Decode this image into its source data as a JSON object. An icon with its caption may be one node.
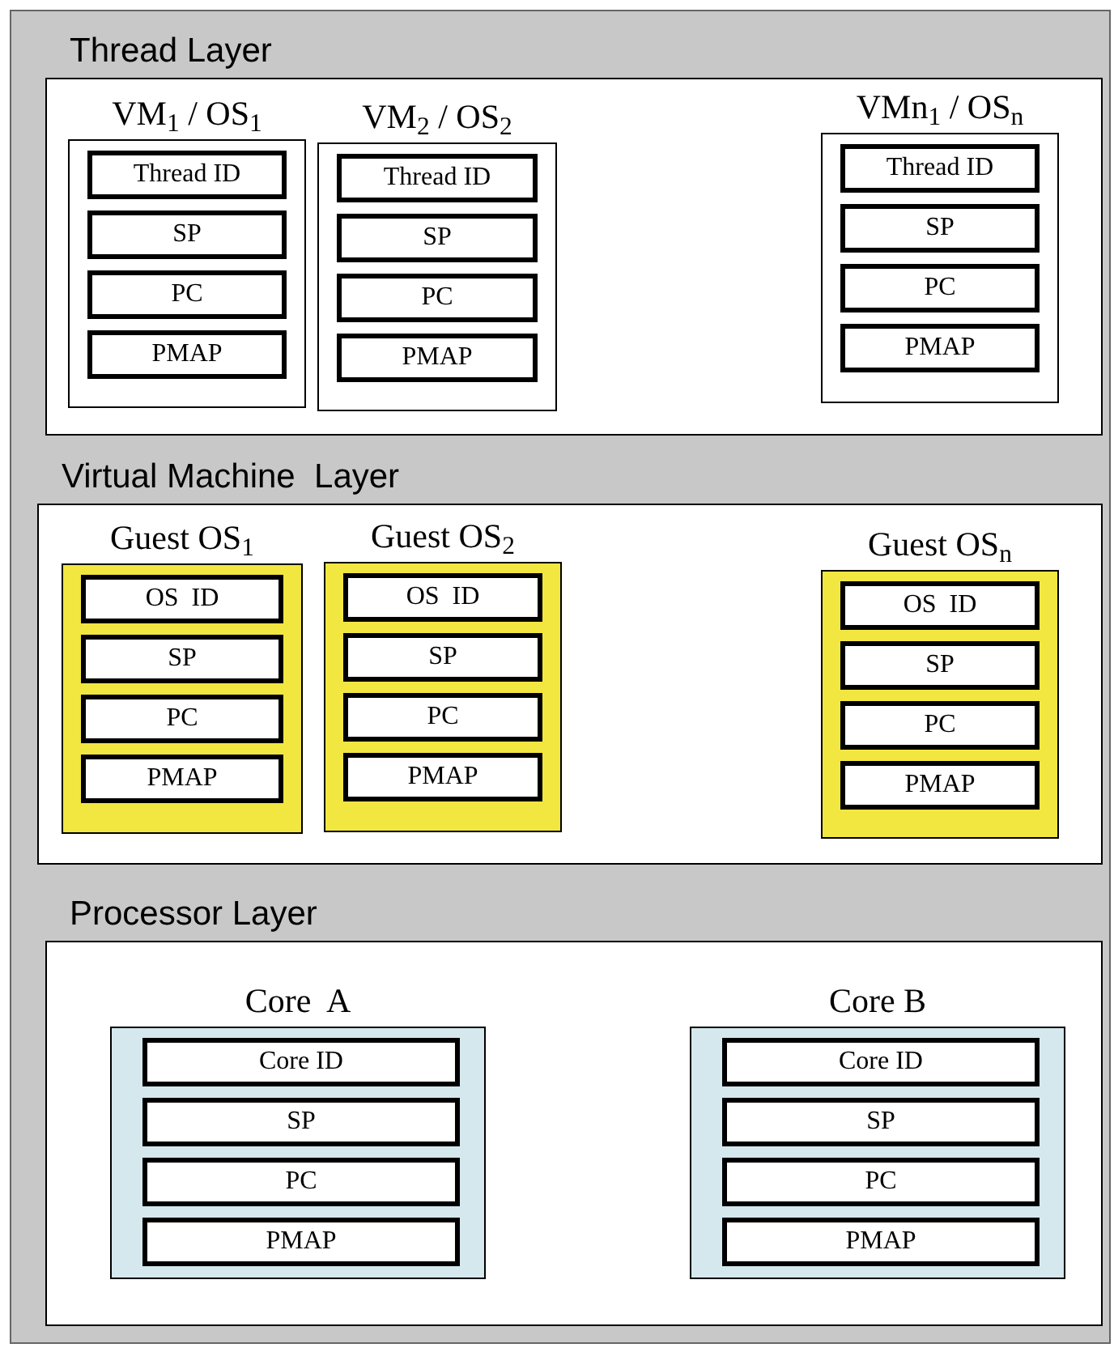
{
  "diagram": {
    "nodes": [
      {
        "text": [
          "Thread Layer"
        ]
      },
      {
        "text": [
          "VM$_{1}$ / OS$_{1}$"
        ],
        "in": 0
      },
      {
        "text": [
          "Thread ID"
        ],
        "in": 1
      },
      {
        "text": [
          "SP"
        ],
        "in": 1
      },
      {
        "text": [
          "PC"
        ],
        "in": 1
      },
      {
        "text": [
          "PMAP"
        ],
        "in": 1
      },
      {
        "text": [
          "VM$_{2}$ / OS$_{2}$"
        ],
        "in": 0
      },
      {
        "text": [
          "Thread ID"
        ],
        "in": 6
      },
      {
        "text": [
          "SP"
        ],
        "in": 6
      },
      {
        "text": [
          "PC"
        ],
        "in": 6
      },
      {
        "text": [
          "PMAP"
        ],
        "in": 6
      },
      {
        "text": [
          "VMn$_{1}$ / OS$_{n}$"
        ],
        "in": 0
      },
      {
        "text": [
          "Thread ID"
        ],
        "in": 11
      },
      {
        "text": [
          "SP"
        ],
        "in": 11
      },
      {
        "text": [
          "PC"
        ],
        "in": 11
      },
      {
        "text": [
          "PMAP"
        ],
        "in": 11
      },
      {
        "text": [
          "Virtual Machine  Layer"
        ]
      },
      {
        "text": [
          "Guest OS$_{1}$"
        ],
        "in": 16
      },
      {
        "text": [
          "OS  ID"
        ],
        "in": 17
      },
      {
        "text": [
          "SP"
        ],
        "in": 17
      },
      {
        "text": [
          "PC"
        ],
        "in": 17
      },
      {
        "text": [
          "PMAP"
        ],
        "in": 17
      },
      {
        "text": [
          "Guest OS$_{2}$"
        ],
        "in": 16
      },
      {
        "text": [
          "OS  ID"
        ],
        "in": 22
      },
      {
        "text": [
          "SP"
        ],
        "in": 22
      },
      {
        "text": [
          "PC"
        ],
        "in": 22
      },
      {
        "text": [
          "PMAP"
        ],
        "in": 22
      },
      {
        "text": [
          "Guest OS$_{n}$"
        ],
        "in": 16
      },
      {
        "text": [
          "OS  ID"
        ],
        "in": 27
      },
      {
        "text": [
          "SP"
        ],
        "in": 27
      },
      {
        "text": [
          "PC"
        ],
        "in": 27
      },
      {
        "text": [
          "PMAP"
        ],
        "in": 27
      },
      {
        "text": [
          "Processor Layer"
        ]
      },
      {
        "text": [
          "Core  A"
        ],
        "in": 32
      },
      {
        "text": [
          "Core ID"
        ],
        "in": 33
      },
      {
        "text": [
          "SP"
        ],
        "in": 33
      },
      {
        "text": [
          "PC"
        ],
        "in": 33
      },
      {
        "text": [
          "PMAP"
        ],
        "in": 33
      },
      {
        "text": [
          "Core B"
        ],
        "in": 32
      },
      {
        "text": [
          "Core ID"
        ],
        "in": 38
      },
      {
        "text": [
          "SP"
        ],
        "in": 38
      },
      {
        "text": [
          "PC"
        ],
        "in": 38
      },
      {
        "text": [
          "PMAP"
        ],
        "in": 38
      }
    ]
  }
}
